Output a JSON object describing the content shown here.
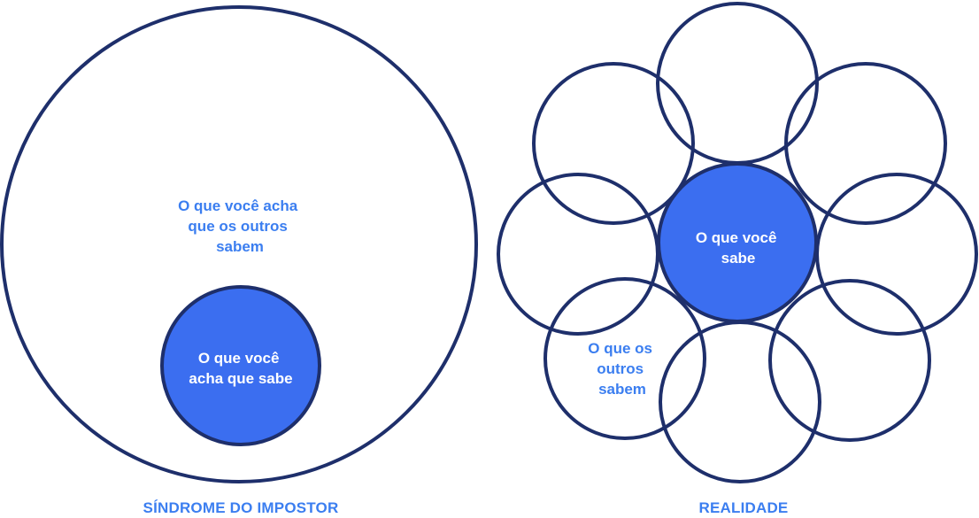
{
  "colors": {
    "outline": "#1e2f6b",
    "accent_fill": "#3b6ef0",
    "label_blue": "#3b7ef0",
    "label_white": "#ffffff",
    "background": "#ffffff"
  },
  "left_panel": {
    "caption": "SÍNDROME DO IMPOSTOR",
    "outer_circle_lines": [
      "O que você acha",
      "que os outros",
      "sabem"
    ],
    "inner_circle_lines": [
      "O que você",
      "acha que sabe"
    ]
  },
  "right_panel": {
    "caption": "REALIDADE",
    "center_circle_lines": [
      "O que você",
      "sabe"
    ],
    "others_lines": [
      "O que os",
      "outros",
      "sabem"
    ]
  }
}
